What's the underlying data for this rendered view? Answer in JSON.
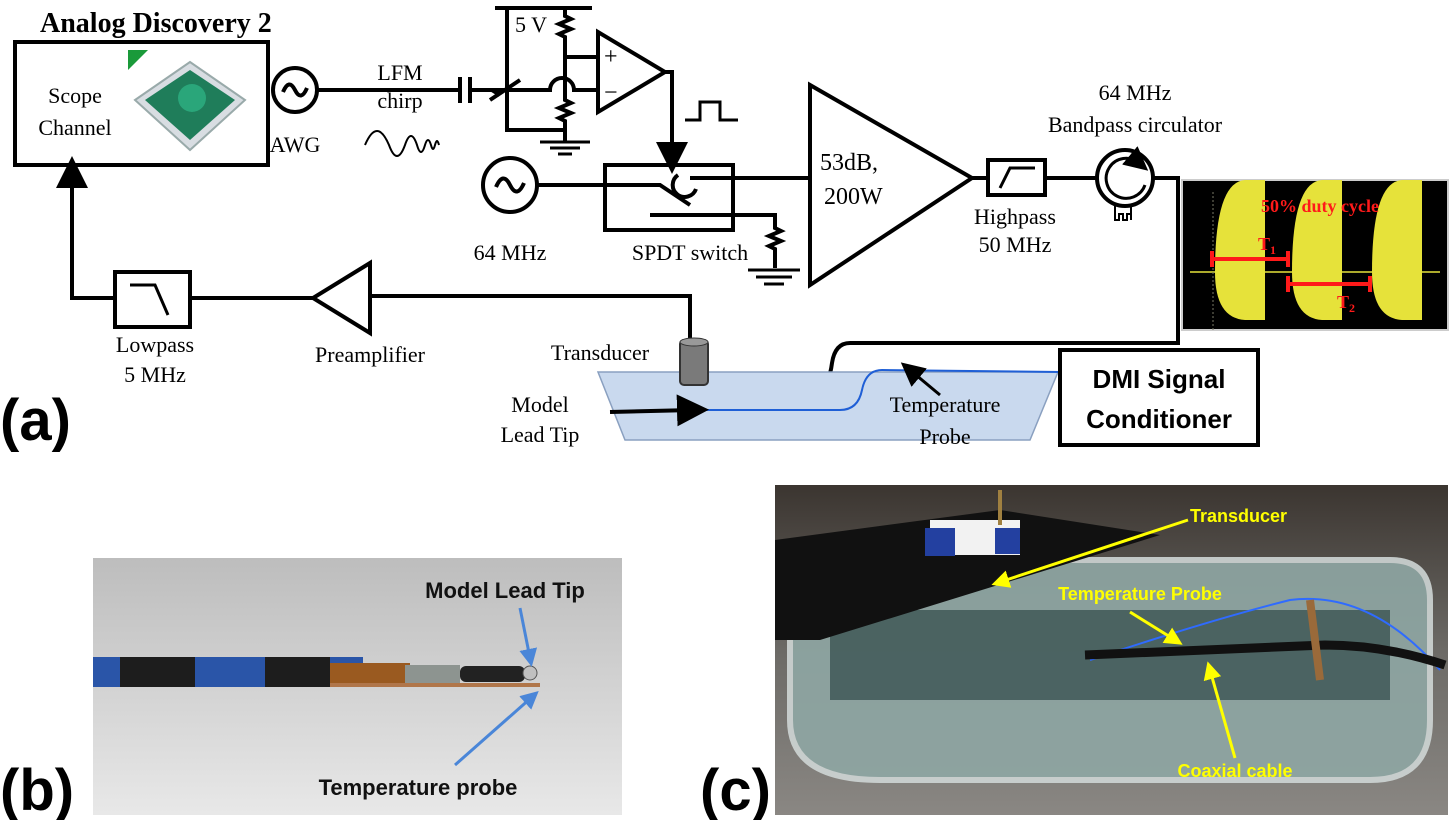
{
  "panel_a": {
    "label": "(a)",
    "device_title": "Analog Discovery 2",
    "scope_line1": "Scope",
    "scope_line2": "Channel",
    "awg": "AWG",
    "chirp_line1": "LFM",
    "chirp_line2": "chirp",
    "supply": "5 V",
    "opamp_plus": "+",
    "opamp_minus": "−",
    "source_freq": "64 MHz",
    "switch": "SPDT switch",
    "amp_line1": "53dB,",
    "amp_line2": "200W",
    "highpass_line1": "Highpass",
    "highpass_line2": "50 MHz",
    "circulator_line1": "64 MHz",
    "circulator_line2": "Bandpass circulator",
    "scope_inset": {
      "title": "50% duty cycle",
      "t1": "T",
      "t1_sub": "1",
      "t2": "T",
      "t2_sub": "2",
      "accent": "#ff1a1a",
      "trace": "#e6e23a"
    },
    "lowpass_line1": "Lowpass",
    "lowpass_line2": "5 MHz",
    "preamp": "Preamplifier",
    "transducer": "Transducer",
    "lead_line1": "Model",
    "lead_line2": "Lead Tip",
    "probe_line1": "Temperature",
    "probe_line2": "Probe",
    "dmi_line1": "DMI Signal",
    "dmi_line2": "Conditioner",
    "colors": {
      "bath": "#c9d9ee",
      "probe_wire": "#1f5fd6"
    }
  },
  "panel_b": {
    "label": "(b)",
    "tip_label": "Model Lead Tip",
    "probe_label": "Temperature probe",
    "arrow_color": "#4a86d8"
  },
  "panel_c": {
    "label": "(c)",
    "transducer_label": "Transducer",
    "probe_label": "Temperature Probe",
    "cable_label": "Coaxial cable",
    "label_color": "#ffff00"
  }
}
